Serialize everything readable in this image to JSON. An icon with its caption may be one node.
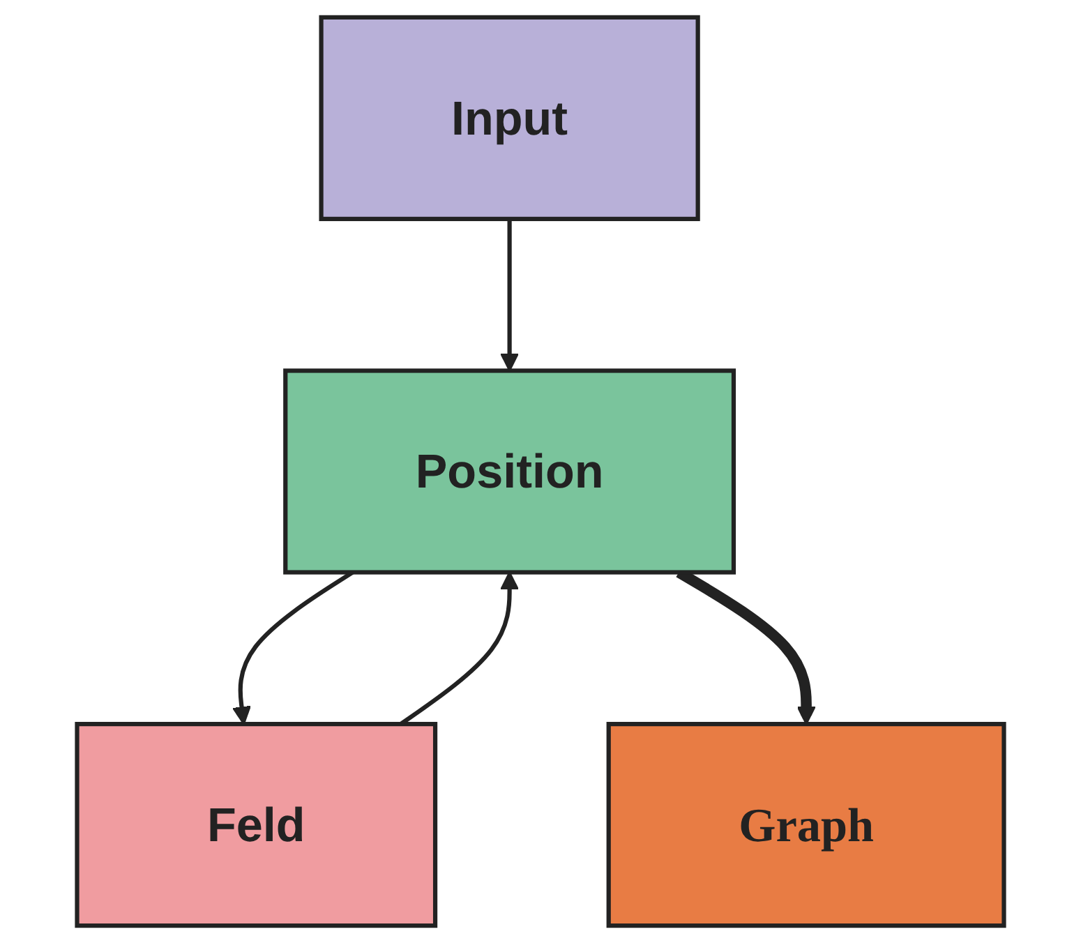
{
  "diagram": {
    "nodes": [
      {
        "text": [
          "Input"
        ]
      },
      {
        "text": [
          "Position"
        ]
      },
      {
        "text": [
          "Feld"
        ]
      },
      {
        "text": [
          "Graph"
        ]
      }
    ],
    "edges": [
      {
        "from": 0,
        "to": 1,
        "arrow": "to"
      },
      {
        "from": 2,
        "to": 1,
        "arrow": "to"
      },
      {
        "from": 1,
        "to": 2,
        "arrow": "to"
      },
      {
        "from": 1,
        "to": 3,
        "arrow": "to",
        "style": "thick"
      }
    ]
  }
}
